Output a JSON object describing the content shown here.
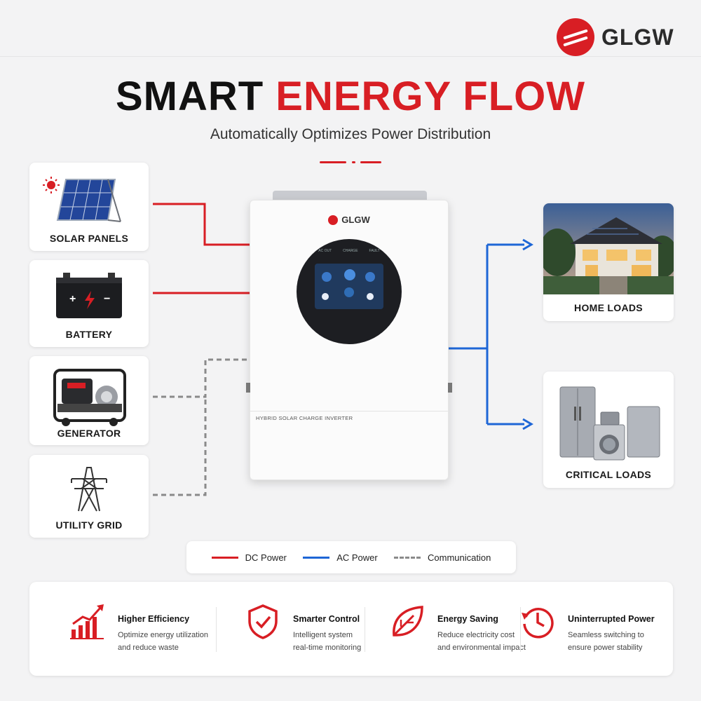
{
  "brand": {
    "name": "GLGW"
  },
  "title": {
    "part1": "SMART",
    "part2": "ENERGY FLOW"
  },
  "subtitle": "Automatically Optimizes Power Distribution",
  "sources": [
    {
      "label": "SOLAR PANELS",
      "icon": "solar-panel-icon"
    },
    {
      "label": "BATTERY",
      "icon": "battery-icon"
    },
    {
      "label": "GENERATOR",
      "icon": "generator-icon"
    },
    {
      "label": "UTILITY GRID",
      "icon": "transmission-tower-icon"
    }
  ],
  "inverter": {
    "brand": "GLGW",
    "indicators": [
      "AC OUT",
      "CHARGE",
      "FAULT"
    ],
    "model_label": "HYBRID SOLAR CHARGE INVERTER"
  },
  "loads": [
    {
      "label": "HOME LOADS",
      "icon": "house-image"
    },
    {
      "label": "CRITICAL LOADS",
      "icon": "appliances-image"
    }
  ],
  "legend": [
    {
      "label": "DC Power",
      "color": "#d81e24",
      "style": "solid"
    },
    {
      "label": "AC Power",
      "color": "#1e66d6",
      "style": "solid"
    },
    {
      "label": "Communication",
      "color": "#8a8a8a",
      "style": "dashed"
    }
  ],
  "features": [
    {
      "title": "Higher Efficiency",
      "line1": "Optimize energy utilization",
      "line2": "and reduce waste",
      "icon": "bar-chart-growth-icon"
    },
    {
      "title": "Smarter Control",
      "line1": "Intelligent system",
      "line2": "real-time monitoring",
      "icon": "shield-check-icon"
    },
    {
      "title": "Energy Saving",
      "line1": "Reduce electricity cost",
      "line2": "and environmental impact",
      "icon": "leaf-icon"
    },
    {
      "title": "Uninterrupted Power",
      "line1": "Seamless switching to",
      "line2": "ensure power stability",
      "icon": "clock-cycle-icon"
    }
  ],
  "colors": {
    "accent": "#d81e24",
    "ac": "#1e66d6",
    "comm": "#8a8a8a"
  }
}
